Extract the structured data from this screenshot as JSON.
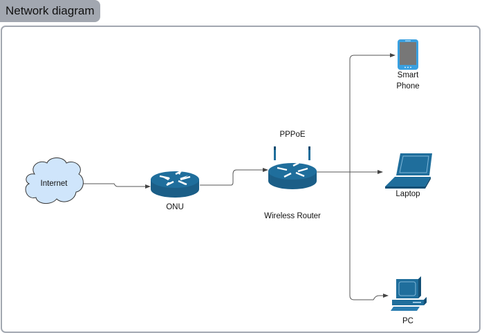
{
  "header": {
    "title": "Network diagram"
  },
  "colors": {
    "device": "#1b6a98",
    "cloud_fill": "#cfe5fb",
    "connector": "#555555",
    "frame": "#a2a7b0"
  },
  "nodes": {
    "internet": {
      "label": "Internet",
      "icon": "cloud-icon"
    },
    "onu": {
      "label": "ONU",
      "icon": "router-icon"
    },
    "router": {
      "top_label": "PPPoE",
      "label": "Wireless Router",
      "icon": "wireless-router-icon"
    },
    "phone": {
      "label_line1": "Smart",
      "label_line2": "Phone",
      "icon": "smartphone-icon"
    },
    "laptop": {
      "label": "Laptop",
      "icon": "laptop-icon"
    },
    "pc": {
      "label": "PC",
      "icon": "desktop-pc-icon"
    }
  },
  "edges": [
    {
      "from": "internet",
      "to": "onu"
    },
    {
      "from": "onu",
      "to": "router"
    },
    {
      "from": "router",
      "to": "phone"
    },
    {
      "from": "router",
      "to": "laptop"
    },
    {
      "from": "router",
      "to": "pc"
    }
  ]
}
